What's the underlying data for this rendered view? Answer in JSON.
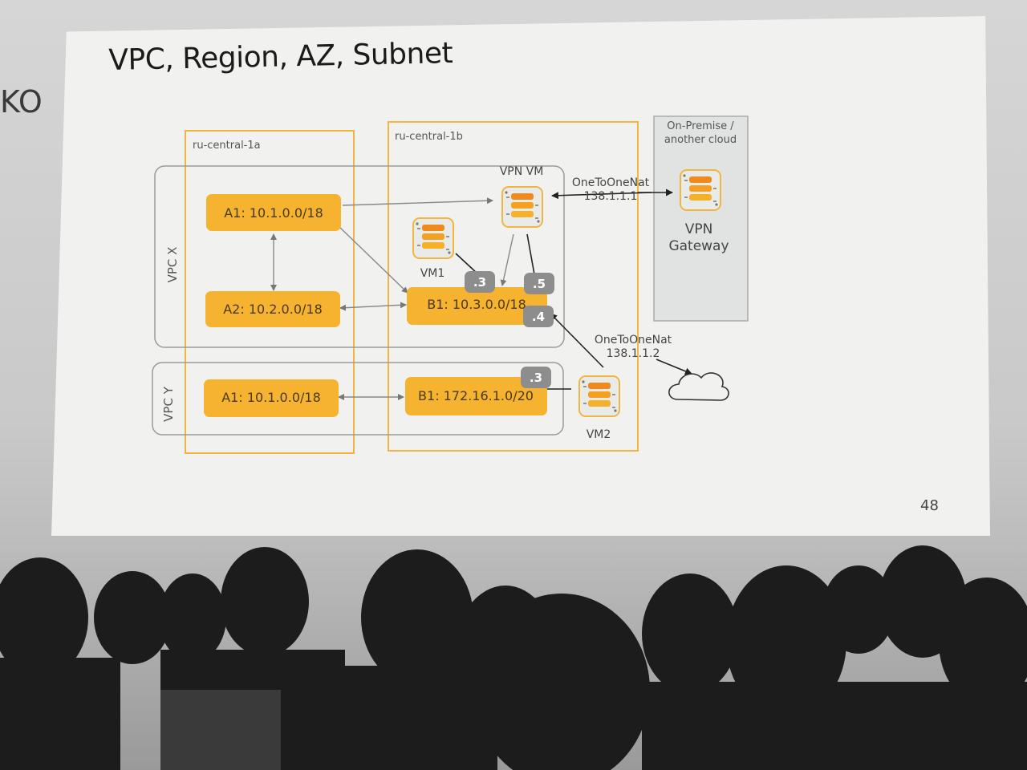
{
  "side_text": "KO",
  "slide": {
    "title": "VPC, Region, AZ, Subnet",
    "page_number": "48"
  },
  "diagram": {
    "zones": {
      "a": "ru-central-1a",
      "b": "ru-central-1b"
    },
    "on_prem": {
      "line1": "On-Premise /",
      "line2": "another cloud"
    },
    "vpcs": {
      "x": "VPC X",
      "y": "VPC Y"
    },
    "subnets": {
      "x_a1": "A1: 10.1.0.0/18",
      "x_a2": "A2: 10.2.0.0/18",
      "x_b1": "B1: 10.3.0.0/18",
      "y_a1": "A1: 10.1.0.0/18",
      "y_b1": "B1: 172.16.1.0/20"
    },
    "ip_badges": {
      "vm1": ".3",
      "vpn_vm": ".5",
      "vm2_x": ".4",
      "vm2_y": ".3"
    },
    "vms": {
      "vpn_vm": "VPN VM",
      "vm1": "VM1",
      "vm2": "VM2"
    },
    "gateway": {
      "line1": "VPN",
      "line2": "Gateway"
    },
    "nat1": {
      "line1": "OneToOneNat",
      "line2": "138.1.1.1"
    },
    "nat2": {
      "line1": "OneToOneNat",
      "line2": "138.1.1.2"
    },
    "icons": {
      "vm": "database-stack-icon",
      "internet": "cloud-icon"
    },
    "colors": {
      "subnet": "#f5b330",
      "zone_border": "#f2b541",
      "badge": "#8d8d8d",
      "on_prem_bg": "#e3e5e4"
    }
  }
}
